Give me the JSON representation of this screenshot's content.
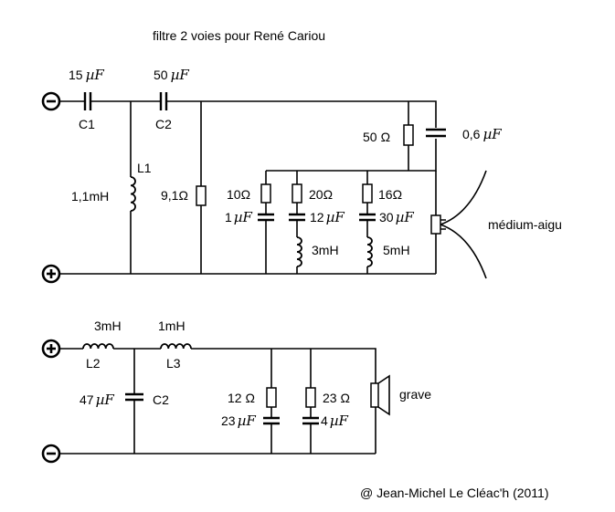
{
  "title": "filtre 2 voies pour René Cariou",
  "copyright": "@ Jean-Michel Le Cléac'h (2011)",
  "terminals": {
    "top_negative": "-",
    "top_positive": "+",
    "bottom_positive": "+",
    "bottom_negative": "-"
  },
  "high_pass": {
    "c1": {
      "value": "15",
      "unit": "µF",
      "name": "C1"
    },
    "c2": {
      "value": "50",
      "unit": "µF",
      "name": "C2"
    },
    "l1": {
      "name": "L1",
      "value": "1,1mH"
    },
    "r_shunt": {
      "value": "9,1Ω"
    },
    "r_series": {
      "value": "50",
      "unit": "Ω"
    },
    "c_bypass": {
      "value": "0,6",
      "unit": "µF"
    },
    "branch1": {
      "r": "10Ω",
      "c": "1",
      "unit": "µF"
    },
    "branch2": {
      "r": "20Ω",
      "c": "12",
      "unit": "µF",
      "l": "3mH"
    },
    "branch3": {
      "r": "16Ω",
      "c": "30",
      "unit": "µF",
      "l": "5mH"
    },
    "speaker": {
      "label": "médium-aigu",
      "icon": "speaker-icon"
    }
  },
  "low_pass": {
    "l2": {
      "value": "3mH",
      "name": "L2"
    },
    "l3": {
      "value": "1mH",
      "name": "L3"
    },
    "c2": {
      "value": "47",
      "unit": "µF",
      "name": "C2"
    },
    "branch1": {
      "r": "12 Ω",
      "c": "23",
      "unit": "µF"
    },
    "branch2": {
      "r": "23 Ω",
      "c": "4",
      "unit": "µF"
    },
    "speaker": {
      "label": "grave",
      "icon": "speaker-icon"
    }
  }
}
